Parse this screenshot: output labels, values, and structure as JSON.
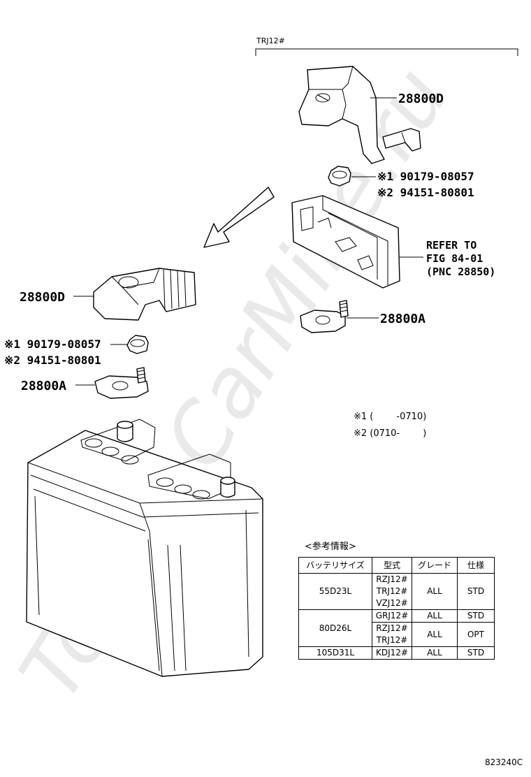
{
  "watermark": "ToyotaCarMine.ru",
  "variant_label": "TRJ12#",
  "callouts": {
    "upper_cover": "28800D",
    "upper_nut_1": "※1 90179-08057",
    "upper_nut_2": "※2 94151-80801",
    "refer_line1": "REFER TO",
    "refer_line2": "FIG 84-01",
    "refer_line3": "(PNC 28850)",
    "upper_terminal": "28800A",
    "left_cover": "28800D",
    "left_nut_1": "※1 90179-08057",
    "left_nut_2": "※2 94151-80801",
    "left_terminal": "28800A"
  },
  "notes": {
    "note1": "※1 (        -0710)",
    "note2": "※2 (0710-        )"
  },
  "table": {
    "caption": "<参考情報>",
    "headers": [
      "バッテリサイズ",
      "型式",
      "グレード",
      "仕様"
    ],
    "rows": [
      {
        "size": "55D23L",
        "models": [
          "RZJ12#",
          "TRJ12#",
          "VZJ12#"
        ],
        "grade": "ALL",
        "spec": "STD"
      },
      {
        "size": "80D26L",
        "models": [
          "GRJ12#"
        ],
        "grade": "ALL",
        "spec": "STD"
      },
      {
        "size": "",
        "models": [
          "RZJ12#",
          "TRJ12#"
        ],
        "grade": "ALL",
        "spec": "OPT"
      },
      {
        "size": "105D31L",
        "models": [
          "KDJ12#"
        ],
        "grade": "ALL",
        "spec": "STD"
      }
    ]
  },
  "figure_number": "823240C"
}
